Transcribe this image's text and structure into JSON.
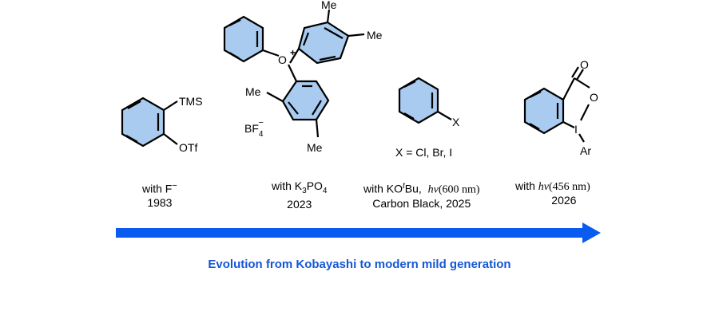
{
  "compounds": [
    {
      "substituents": {
        "top": "TMS",
        "bottom": "OTf"
      },
      "condition": {
        "prefix": "with F",
        "superscript": "−"
      },
      "year": "1983"
    },
    {
      "substituents": {
        "me1": "Me",
        "me2": "Me",
        "me3": "Me",
        "me4": "Me",
        "oxygen": "O",
        "charge": "+",
        "counterion_base": "BF",
        "counterion_sub": "4",
        "counterion_sup": "−"
      },
      "condition": {
        "prefix": "with K",
        "sub1": "3",
        "mid": "PO",
        "sub2": "4"
      },
      "year": "2023"
    },
    {
      "substituents": {
        "x": "X"
      },
      "definition": "X = Cl, Br, I",
      "condition": {
        "prefix": "with KO",
        "sup": "t",
        "mid": "Bu,",
        "h": "h",
        "nu": "ν",
        "wavelength": "(600 nm)"
      },
      "year": "Carbon Black, 2025"
    },
    {
      "substituents": {
        "carbonyl_o": "O",
        "ring_o": "O",
        "iodine": "I",
        "aryl": "Ar"
      },
      "condition": {
        "prefix": "with",
        "h": "h",
        "nu": "ν",
        "wavelength": "(456 nm)"
      },
      "year": "2026"
    }
  ],
  "timeline": {
    "caption": "Evolution from Kobayashi to modern mild generation",
    "arrow_color": "#0a5cf0",
    "caption_color": "#1457d6"
  },
  "ring_fill_color": "#a9cbef"
}
